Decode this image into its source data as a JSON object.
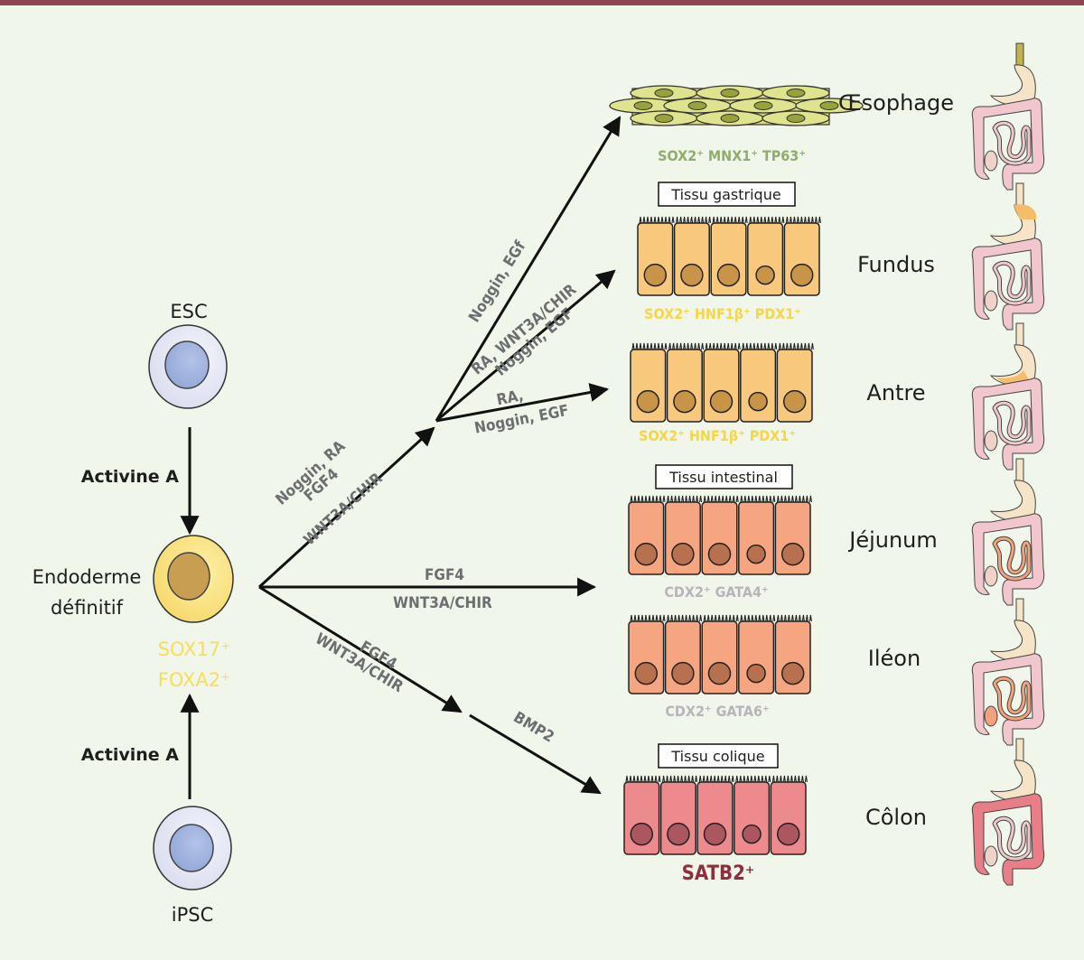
{
  "colors": {
    "background": "#f0f6e9",
    "top_bar": "#8e4552",
    "arrow": "#111111",
    "condition_text": "#6d6e72",
    "esophagus_marker": "#8fae6e",
    "gastric_marker": "#f7d548",
    "intestinal_marker": "#b9b3bc",
    "colon_marker": "#8e2f3e",
    "endoderm_marker": "#f9dc5c"
  },
  "stem_cells": {
    "esc": {
      "label": "ESC"
    },
    "ipsc": {
      "label": "iPSC"
    }
  },
  "endoderm": {
    "label_line1": "Endoderme",
    "label_line2": "définitif",
    "marker_line1": "SOX17⁺",
    "marker_line2": "FOXA2⁺"
  },
  "inductions": {
    "esc_to_endoderm": "Activine A",
    "ipsc_to_endoderm": "Activine A"
  },
  "arrow_labels": {
    "foregut_line1": "Noggin, RA",
    "foregut_line2": "FGF4",
    "foregut_line3": "WNT3A/CHIR",
    "esophagus": "Noggin, EGf",
    "fundus_line1": "RA, WNT3A/CHIR",
    "fundus_line2": "Noggin, EGF",
    "antrum_line1": "RA,",
    "antrum_line2": "Noggin, EGF",
    "midgut_line1": "FGF4",
    "midgut_line2": "WNT3A/CHIR",
    "hindgut_line1": "FGF4",
    "hindgut_line2": "WNT3A/CHIR",
    "colon": "BMP2"
  },
  "section_boxes": {
    "gastric": "Tissu gastrique",
    "intestinal": "Tissu intestinal",
    "colonic": "Tissu colique"
  },
  "tissues": [
    {
      "name": "Œsophage",
      "markers": "SOX2⁺ MNX1⁺ TP63⁺",
      "highlight": "esophagus"
    },
    {
      "name": "Fundus",
      "markers": "SOX2⁺ HNF1β⁺ PDX1⁺",
      "highlight": "fundus"
    },
    {
      "name": "Antre",
      "markers": "SOX2⁺ HNF1β⁺ PDX1⁺",
      "highlight": "antrum"
    },
    {
      "name": "Jéjunum",
      "markers": "CDX2⁺ GATA4⁺",
      "highlight": "jejunum"
    },
    {
      "name": "Iléon",
      "markers": "CDX2⁺ GATA6⁺",
      "highlight": "ileum"
    },
    {
      "name": "Côlon",
      "markers": "SATB2⁺",
      "highlight": "colon"
    }
  ]
}
